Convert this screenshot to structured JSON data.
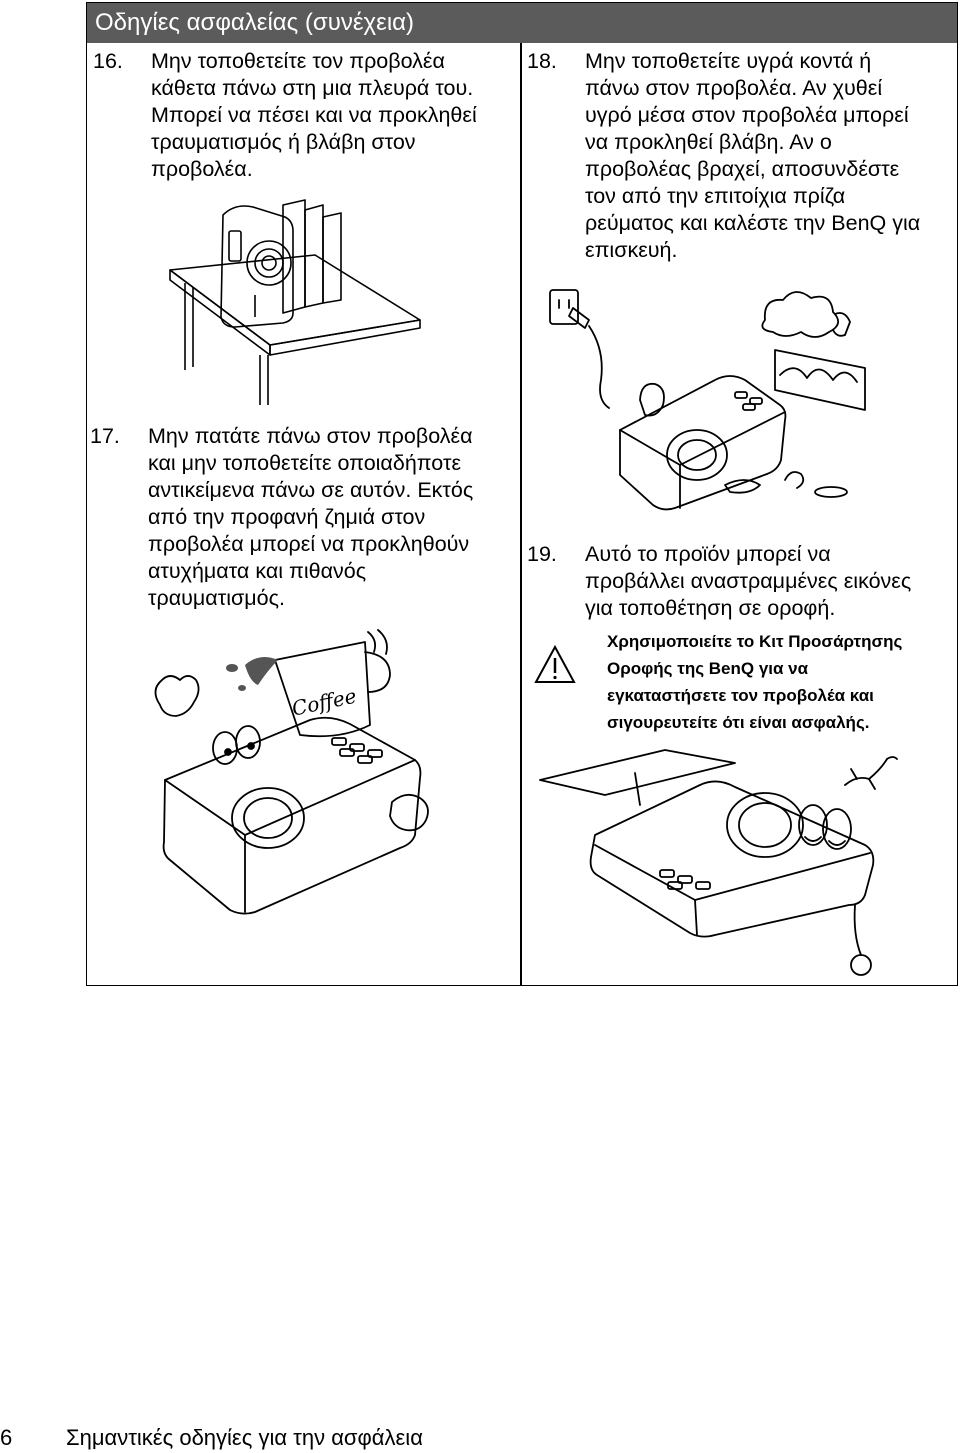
{
  "header": {
    "title": "Οδηγίες ασφαλείας (συνέχεια)"
  },
  "items": [
    {
      "number": "16.",
      "lines": [
        "Μην τοποθετείτε τον προβολέα",
        "κάθετα πάνω στη μια πλευρά του.",
        "Μπορεί να πέσει και να προκληθεί",
        "τραυματισμός ή βλάβη στον",
        "προβολέα."
      ]
    },
    {
      "number": "17.",
      "lines": [
        "Μην πατάτε πάνω στον προβολέα",
        "και μην τοποθετείτε οποιαδήποτε",
        "αντικείμενα πάνω σε αυτόν. Εκτός",
        "από την προφανή ζημιά στον",
        "προβολέα μπορεί να προκληθούν",
        "ατυχήματα και πιθανός",
        "τραυματισμός."
      ]
    },
    {
      "number": "18.",
      "lines": [
        "Μην τοποθετείτε υγρά κοντά ή",
        "πάνω στον προβολέα. Αν χυθεί",
        "υγρό μέσα στον προβολέα μπορεί",
        "να προκληθεί βλάβη. Αν ο",
        "προβολέας βραχεί, αποσυνδέστε",
        "τον από την επιτοίχια πρίζα",
        "ρεύματος και καλέστε την BenQ για",
        "επισκευή."
      ]
    },
    {
      "number": "19.",
      "lines": [
        "Αυτό το προϊόν μπορεί να",
        "προβάλλει αναστραμμένες εικόνες",
        "για τοποθέτηση σε οροφή."
      ]
    }
  ],
  "note": {
    "icon": "warning-triangle-icon",
    "lines": [
      "Χρησιμοποιείτε το Κιτ Προσάρτησης",
      "Οροφής της BenQ για να",
      "εγκαταστήσετε τον προβολέα και",
      "σιγουρευτείτε ότι είναι ασφαλής."
    ]
  },
  "illustrations": {
    "coffee_label": "Coffee"
  },
  "footer": {
    "page_number": "6",
    "section_title": "Σημαντικές οδηγίες για την ασφάλεια"
  }
}
